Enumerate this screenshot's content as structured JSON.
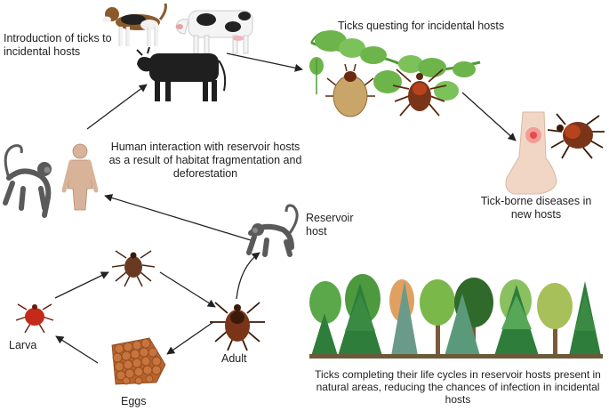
{
  "labels": {
    "introduction": "Introduction of ticks to incidental hosts",
    "questing": "Ticks questing for incidental hosts",
    "human_interaction": "Human interaction with reservoir hosts as a result of habitat fragmentation and deforestation",
    "reservoir_host": "Reservoir host",
    "tick_borne": "Tick-borne diseases in new hosts",
    "larva": "Larva",
    "eggs": "Eggs",
    "adult": "Adult",
    "life_cycles": "Ticks completing their life cycles in reservoir hosts present in natural areas, reducing the chances of infection in incidental hosts"
  },
  "colors": {
    "tick_brown": "#7a3418",
    "tick_red": "#b8421c",
    "engorged": "#c9a56a",
    "leaf": "#6db54b",
    "monkey": "#5a5a5a",
    "human_skin": "#d8b39a",
    "cow_black": "#1f1f1f",
    "tree_green": "#2f7d3a"
  }
}
